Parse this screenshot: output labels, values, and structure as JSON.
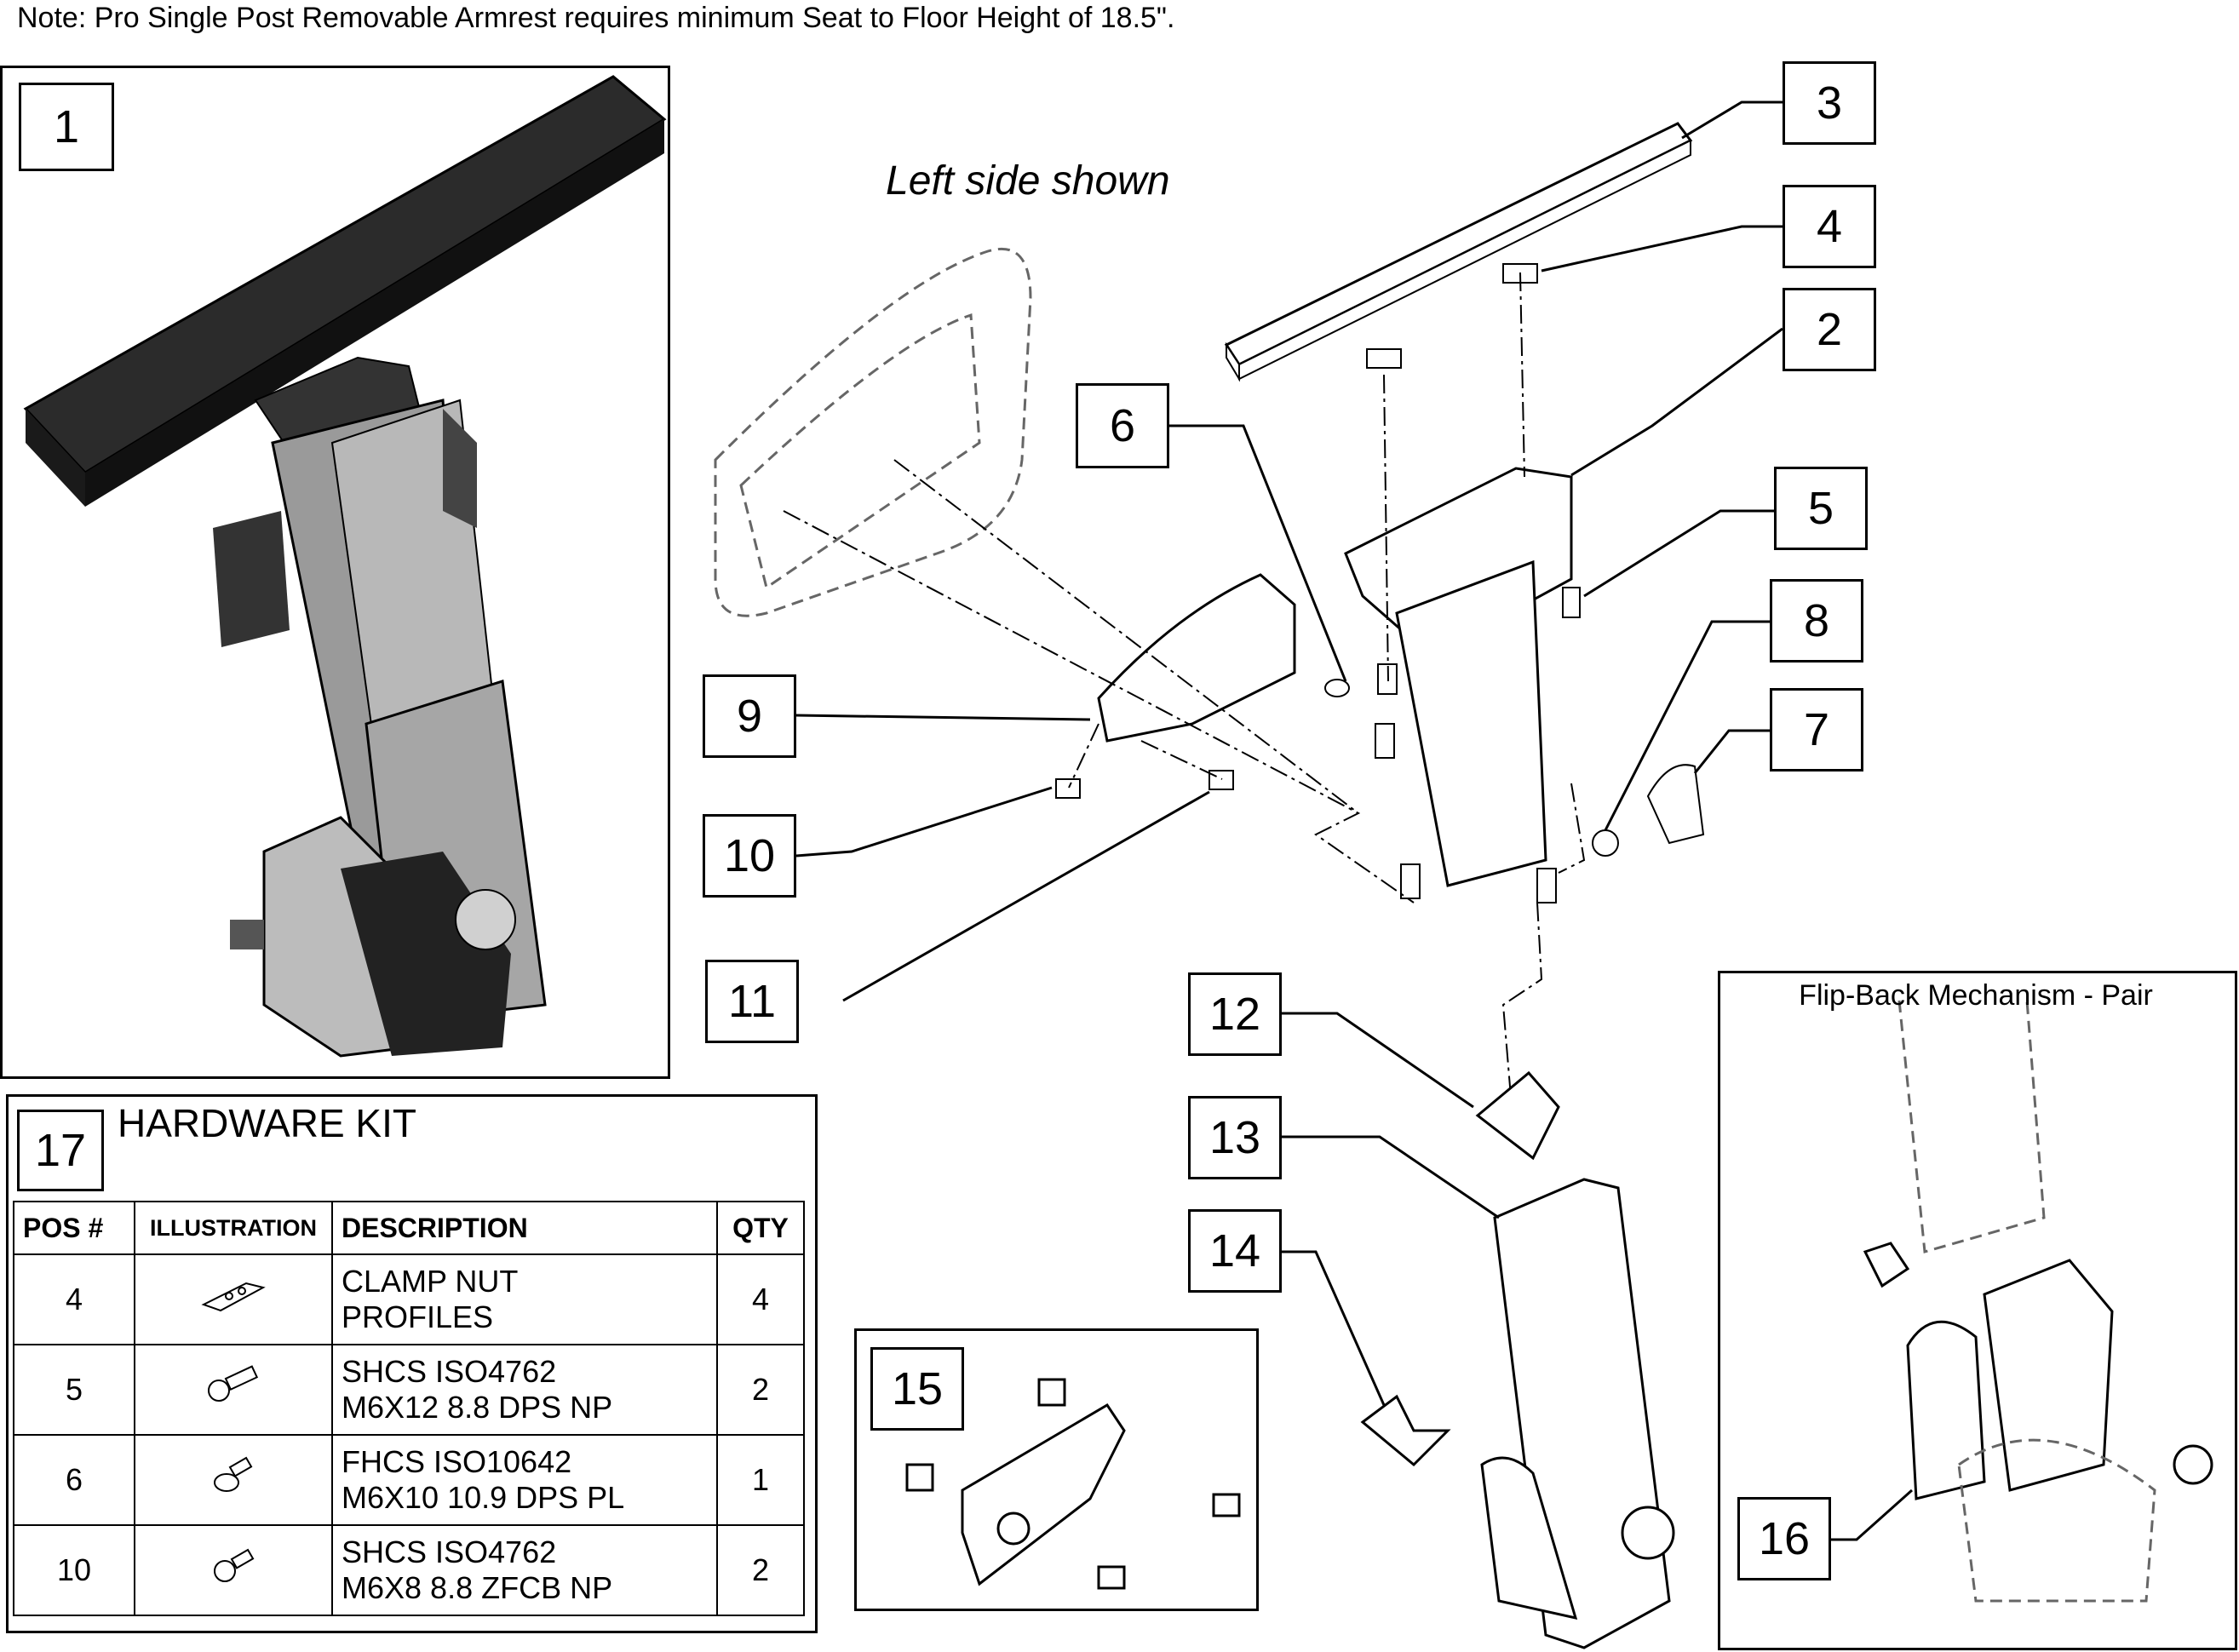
{
  "note": "Note: Pro Single Post Removable Armrest requires minimum Seat to Floor Height of 18.5\".",
  "subtitle": "Left side shown",
  "callouts": {
    "c1": "1",
    "c2": "2",
    "c3": "3",
    "c4": "4",
    "c5": "5",
    "c6": "6",
    "c7": "7",
    "c8": "8",
    "c9": "9",
    "c10": "10",
    "c11": "11",
    "c12": "12",
    "c13": "13",
    "c14": "14",
    "c15": "15",
    "c16": "16"
  },
  "flipback_title": "Flip-Back Mechanism - Pair",
  "hardware_kit": {
    "number": "17",
    "title": "HARDWARE KIT",
    "headers": {
      "pos": "POS #",
      "illustration": "ILLUSTRATION",
      "description": "DESCRIPTION",
      "qty": "QTY"
    },
    "rows": [
      {
        "pos": "4",
        "desc1": "CLAMP NUT",
        "desc2": "PROFILES",
        "qty": "4",
        "icon": "clamp-nut-icon"
      },
      {
        "pos": "5",
        "desc1": "SHCS ISO4762",
        "desc2": "M6X12 8.8 DPS NP",
        "qty": "2",
        "icon": "socket-head-screw-icon"
      },
      {
        "pos": "6",
        "desc1": "FHCS ISO10642",
        "desc2": "M6X10 10.9 DPS PL",
        "qty": "1",
        "icon": "flat-head-screw-icon"
      },
      {
        "pos": "10",
        "desc1": "SHCS ISO4762",
        "desc2": "M6X8 8.8 ZFCB NP",
        "qty": "2",
        "icon": "socket-head-screw-icon"
      }
    ]
  }
}
